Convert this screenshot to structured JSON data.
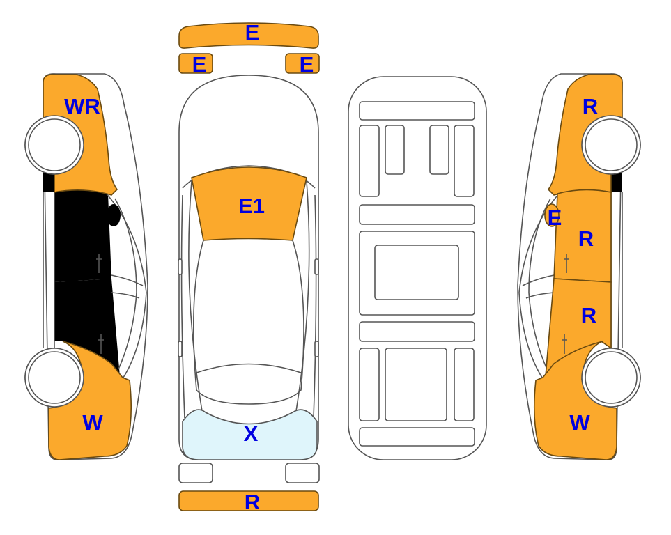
{
  "colors": {
    "damaged": "#FBA92C",
    "glass_marked": "#DFF5FB",
    "label": "#0000E0",
    "clean": "#FFFFFF"
  },
  "top_view": {
    "front_bumper": "E",
    "left_headlight": "E",
    "right_headlight": "E",
    "hood": "E1",
    "rear_window": "X",
    "rear_bumper": "R"
  },
  "left_side": {
    "front_fender": "WR",
    "rear_quarter": "W"
  },
  "right_side": {
    "front_fender": "R",
    "mirror": "E",
    "front_door": "R",
    "rear_door": "R",
    "rear_quarter": "W"
  }
}
